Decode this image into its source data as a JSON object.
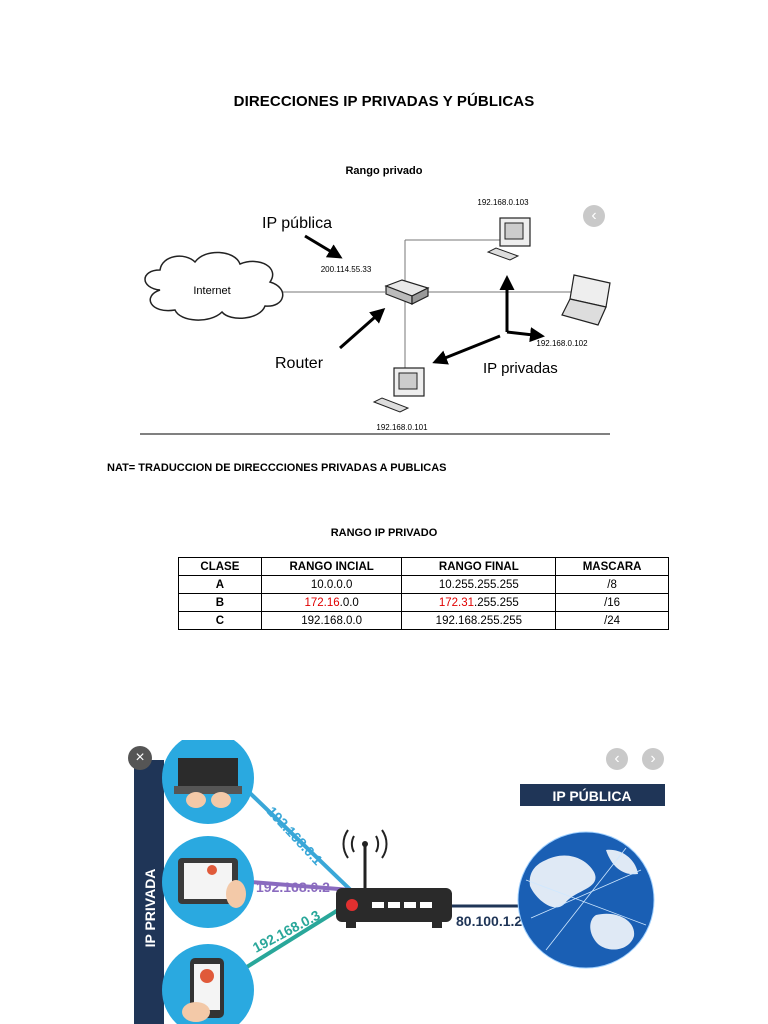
{
  "page": {
    "title": "DIRECCIONES IP PRIVADAS Y PÚBLICAS",
    "diagram_caption": "Rango privado",
    "nat_text": "NAT= TRADUCCION DE DIRECCCIONES PRIVADAS A PUBLICAS",
    "table_title": "RANGO IP PRIVADO"
  },
  "diagram1": {
    "internet_label": "Internet",
    "public_ip_label": "IP pública",
    "public_ip": "200.114.55.33",
    "router_label": "Router",
    "private_ips_label": "IP privadas",
    "host_top": "192.168.0.103",
    "host_laptop": "192.168.0.102",
    "host_bottom": "192.168.0.101"
  },
  "table": {
    "headers": [
      "CLASE",
      "RANGO INCIAL",
      "RANGO FINAL",
      "MASCARA"
    ],
    "rows": [
      {
        "clase": "A",
        "inicial": "10.0.0.0",
        "final": "10.255.255.255",
        "mascara": "/8"
      },
      {
        "clase": "B",
        "inicial_red": "172.16",
        "inicial_rest": ".0.0",
        "final_red": "172.31",
        "final_rest": ".255.255",
        "mascara": "/16"
      },
      {
        "clase": "C",
        "inicial": "192.168.0.0",
        "final": "192.168.255.255",
        "mascara": "/24"
      }
    ],
    "highlight_color": "#e00000"
  },
  "diagram2": {
    "side_label": "IP PRIVADA",
    "public_banner": "IP PÚBLICA",
    "ip1": "192.168.0.1",
    "ip2": "192.168.0.2",
    "ip3": "192.168.0.3",
    "public_ip": "80.100.1.27",
    "colors": {
      "navy": "#1f3557",
      "line1": "#3aa7d8",
      "line2": "#8a6bbf",
      "line3": "#29a79a",
      "circle_bg": "#2aa9e0"
    }
  },
  "controls": {
    "prev_icon": "‹",
    "next_icon": "›",
    "close_icon": "×"
  }
}
